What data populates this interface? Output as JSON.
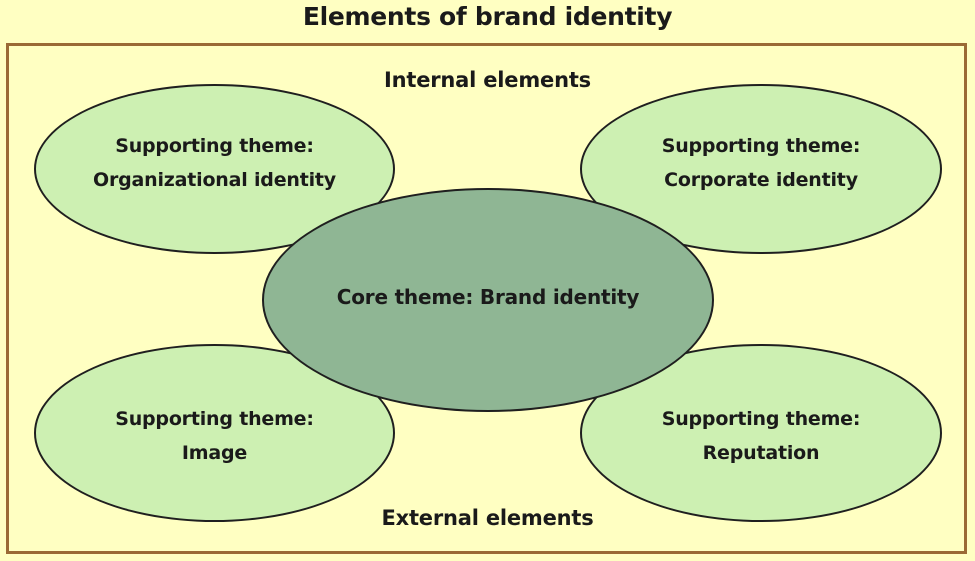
{
  "title": "Elements of brand identity",
  "sections": {
    "internal": "Internal elements",
    "external": "External elements"
  },
  "core": {
    "label": "Core theme: Brand identity"
  },
  "supporting": {
    "organizational": {
      "line1": "Supporting theme:",
      "line2": "Organizational identity"
    },
    "corporate": {
      "line1": "Supporting theme:",
      "line2": "Corporate identity"
    },
    "image": {
      "line1": "Supporting theme:",
      "line2": "Image"
    },
    "reputation": {
      "line1": "Supporting theme:",
      "line2": "Reputation"
    }
  },
  "colors": {
    "background": "#ffffc2",
    "frame_border": "#9a6a35",
    "supporting_fill": "#cdf0b2",
    "core_fill": "#8fb694",
    "outline": "#1f1f1f"
  }
}
